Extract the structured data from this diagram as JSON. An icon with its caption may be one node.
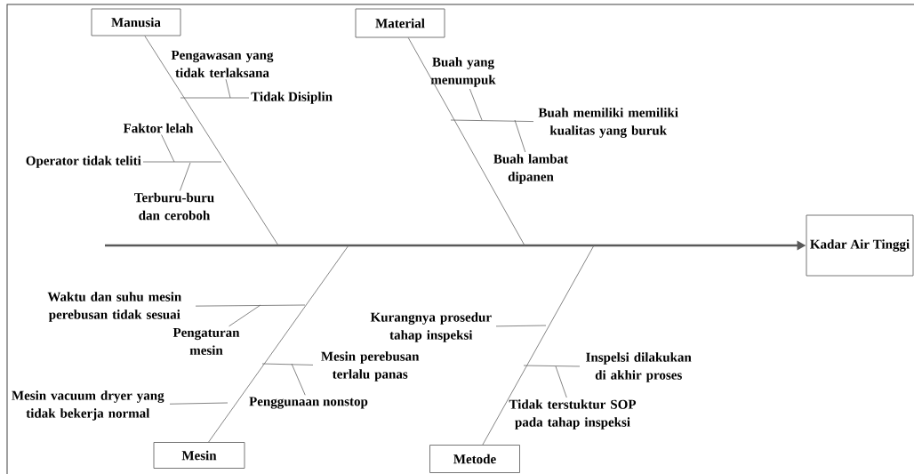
{
  "diagram": {
    "nodes": [
      {
        "text": [
          "Manusia"
        ]
      },
      {
        "text": [
          "Material"
        ]
      },
      {
        "text": [
          "Mesin"
        ]
      },
      {
        "text": [
          "Metode"
        ]
      },
      {
        "text": [
          "Kadar Air Tinggi"
        ]
      },
      {
        "text": [
          "Pengawasan yang tidak terlaksana"
        ]
      },
      {
        "text": [
          "Tidak Disiplin"
        ]
      },
      {
        "text": [
          "Faktor lelah"
        ]
      },
      {
        "text": [
          "Operator tidak teliti"
        ]
      },
      {
        "text": [
          "Terburu-buru dan ceroboh"
        ]
      },
      {
        "text": [
          "Buah yang menumpuk"
        ]
      },
      {
        "text": [
          "Buah memiliki memiliki kualitas yang buruk"
        ]
      },
      {
        "text": [
          "Buah lambat dipanen"
        ]
      },
      {
        "text": [
          "Waktu dan suhu mesin perebusan tidak sesuai"
        ]
      },
      {
        "text": [
          "Pengaturan mesin"
        ]
      },
      {
        "text": [
          "Mesin perebusan terlalu panas"
        ]
      },
      {
        "text": [
          "Penggunaan nonstop"
        ]
      },
      {
        "text": [
          "Mesin vacuum dryer yang tidak bekerja normal"
        ]
      },
      {
        "text": [
          "Kurangnya prosedur tahap inspeksi"
        ]
      },
      {
        "text": [
          "Inspelsi dilakukan di akhir proses"
        ]
      },
      {
        "text": [
          "Tidak terstuktur SOP pada tahap inspeksi"
        ]
      }
    ],
    "edges": [
      {
        "from": null,
        "to": 4,
        "arrow": "to",
        "style": "thick"
      },
      {
        "from": 0,
        "to": null,
        "arrow": "none"
      },
      {
        "from": 1,
        "to": null,
        "arrow": "none"
      },
      {
        "from": 2,
        "to": null,
        "arrow": "none"
      },
      {
        "from": 3,
        "to": null,
        "arrow": "none"
      },
      {
        "from": 6,
        "to": null,
        "arrow": "none"
      },
      {
        "from": 5,
        "to": null,
        "arrow": "none"
      },
      {
        "from": 8,
        "to": null,
        "arrow": "none"
      },
      {
        "from": 7,
        "to": null,
        "arrow": "none"
      },
      {
        "from": 9,
        "to": null,
        "arrow": "none"
      },
      {
        "from": 11,
        "to": null,
        "arrow": "none"
      },
      {
        "from": 10,
        "to": null,
        "arrow": "none"
      },
      {
        "from": 12,
        "to": null,
        "arrow": "none"
      },
      {
        "from": 13,
        "to": null,
        "arrow": "none"
      },
      {
        "from": 14,
        "to": null,
        "arrow": "none"
      },
      {
        "from": 15,
        "to": null,
        "arrow": "none"
      },
      {
        "from": 16,
        "to": null,
        "arrow": "none"
      },
      {
        "from": 17,
        "to": null,
        "arrow": "none"
      },
      {
        "from": 18,
        "to": null,
        "arrow": "none"
      },
      {
        "from": 19,
        "to": null,
        "arrow": "none"
      },
      {
        "from": 20,
        "to": null,
        "arrow": "none"
      }
    ]
  }
}
